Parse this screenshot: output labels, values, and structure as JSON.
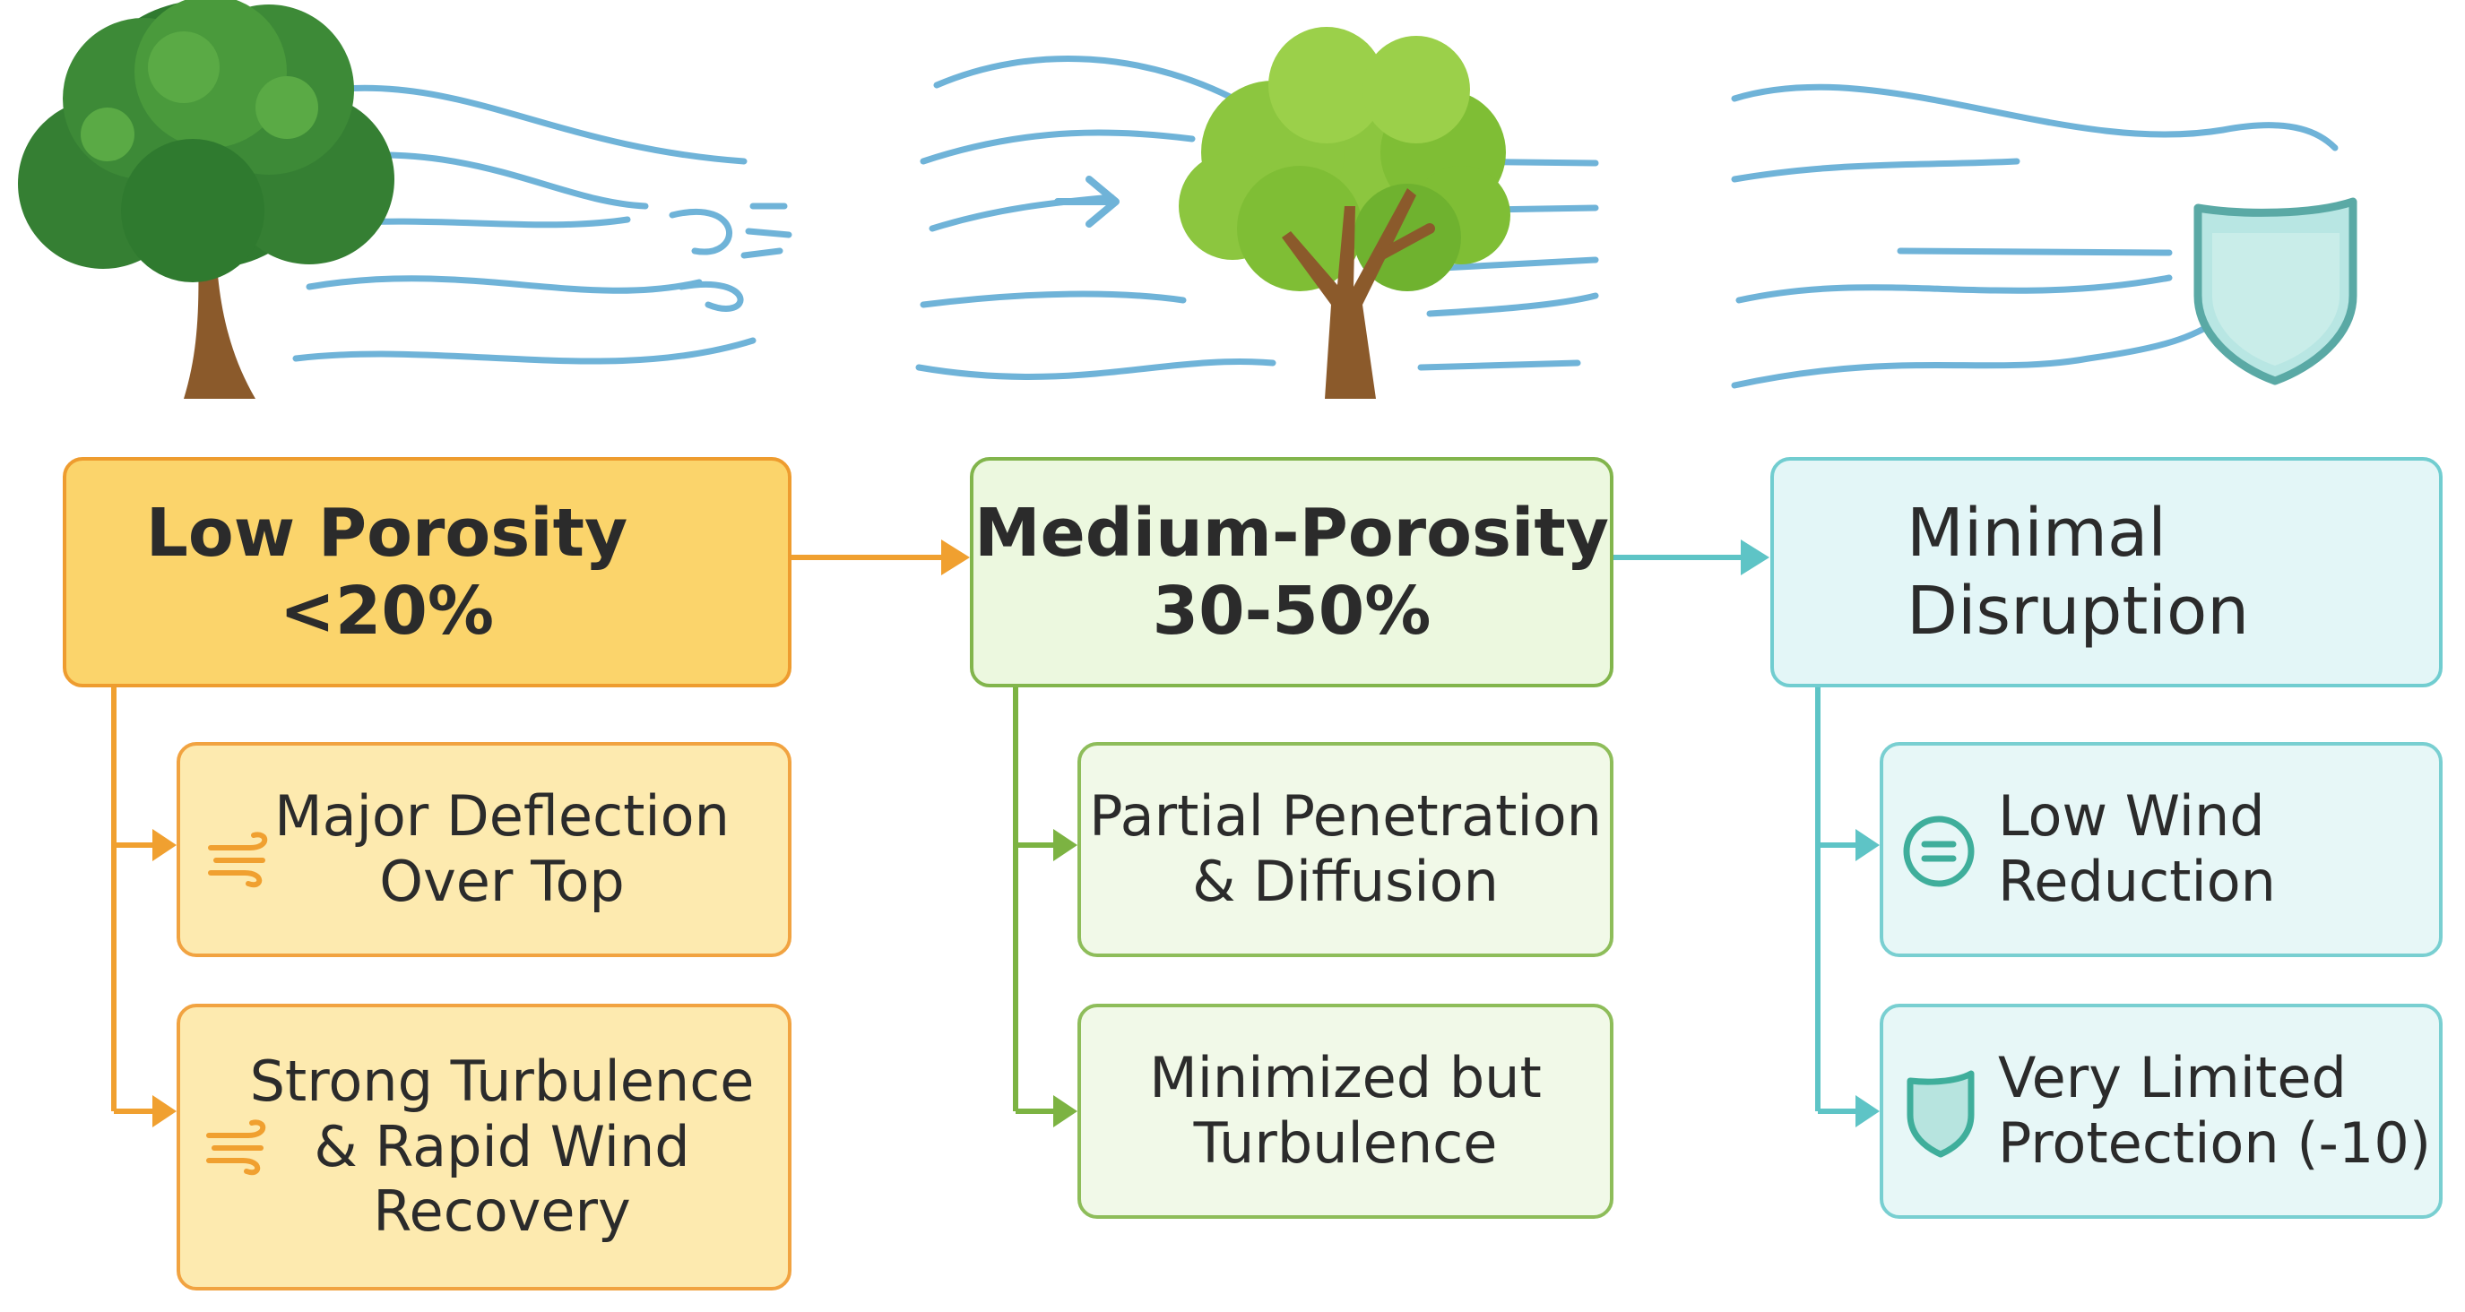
{
  "columns": [
    {
      "title": "Low Porosity\n<20%",
      "accent": "#f0a030",
      "items": [
        {
          "text": "Major Deflection\nOver Top",
          "icon": "wind-icon"
        },
        {
          "text": "Strong Turbulence\n& Rapid Wind\nRecovery",
          "icon": "wind-icon"
        }
      ],
      "illustration": "dense-tree-icon"
    },
    {
      "title": "Medium-Porosity\n30-50%",
      "accent": "#7cb342",
      "items": [
        {
          "text": "Partial Penetration\n& Diffusion"
        },
        {
          "text": "Minimized but\nTurbulence"
        }
      ],
      "illustration": "sparse-tree-icon"
    },
    {
      "title": "Minimal\nDisruption",
      "accent": "#5ec4c6",
      "items": [
        {
          "text": "Low Wind\nReduction",
          "icon": "equals-circle-icon"
        },
        {
          "text": "Very Limited\nProtection (-10)",
          "icon": "shield-icon"
        }
      ],
      "illustration": "shield-icon"
    }
  ],
  "colors": {
    "wind_lines": "#6fb3d8",
    "orange": "#f0a030",
    "green": "#7cb342",
    "teal": "#5ec4c6"
  }
}
